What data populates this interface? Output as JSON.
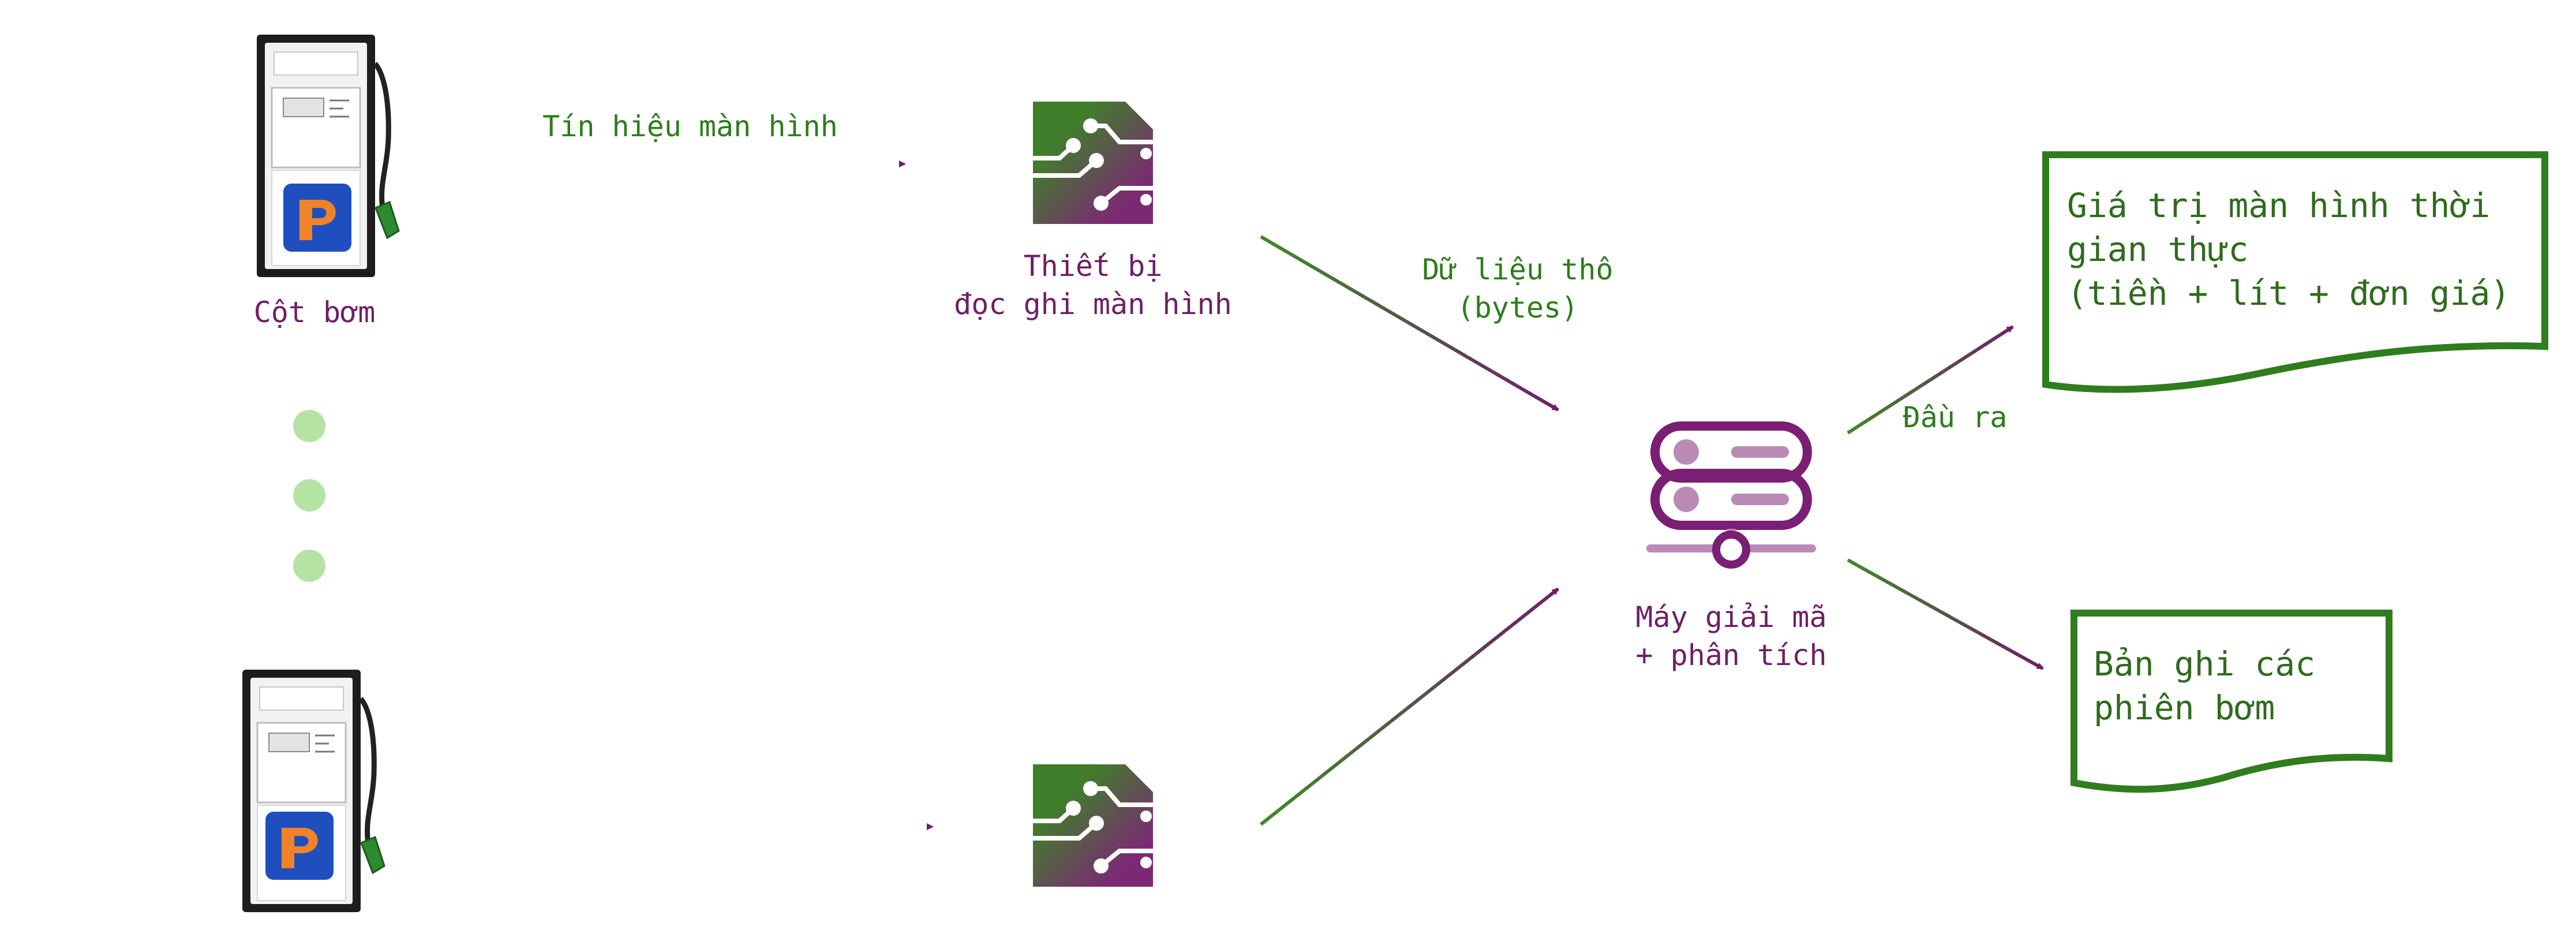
{
  "pump_label": "Cột bơm",
  "screen_signal_label": "Tín hiệu màn hình",
  "reader_device": {
    "line1": "Thiết bị",
    "line2": "đọc ghi màn hình"
  },
  "raw_data": {
    "line1": "Dữ liệu thô",
    "line2": "(bytes)"
  },
  "decoder": {
    "line1": "Máy giải mã",
    "line2": "+ phân tích"
  },
  "output_label": "Đầu ra",
  "realtime_doc": {
    "line1": "Giá trị màn hình thời",
    "line2": "gian thực",
    "line3": "(tiền + lít + đơn giá)"
  },
  "sessions_doc": {
    "line1": "Bản ghi các",
    "line2": "phiên bơm"
  },
  "pump_logo_letter": "P",
  "colors": {
    "purple": "#6e1f66",
    "green": "#2e7d1c",
    "dot_green": "#b5e3a4",
    "server_purple": "#7a1f73",
    "server_light": "#b98ab4",
    "petrolimex_blue": "#1f4fbf",
    "petrolimex_orange": "#f0832a"
  },
  "icons": {
    "pump": "fuel-pump-icon",
    "reader": "circuit-chip-icon",
    "decoder": "server-network-icon",
    "document": "document-icon"
  }
}
